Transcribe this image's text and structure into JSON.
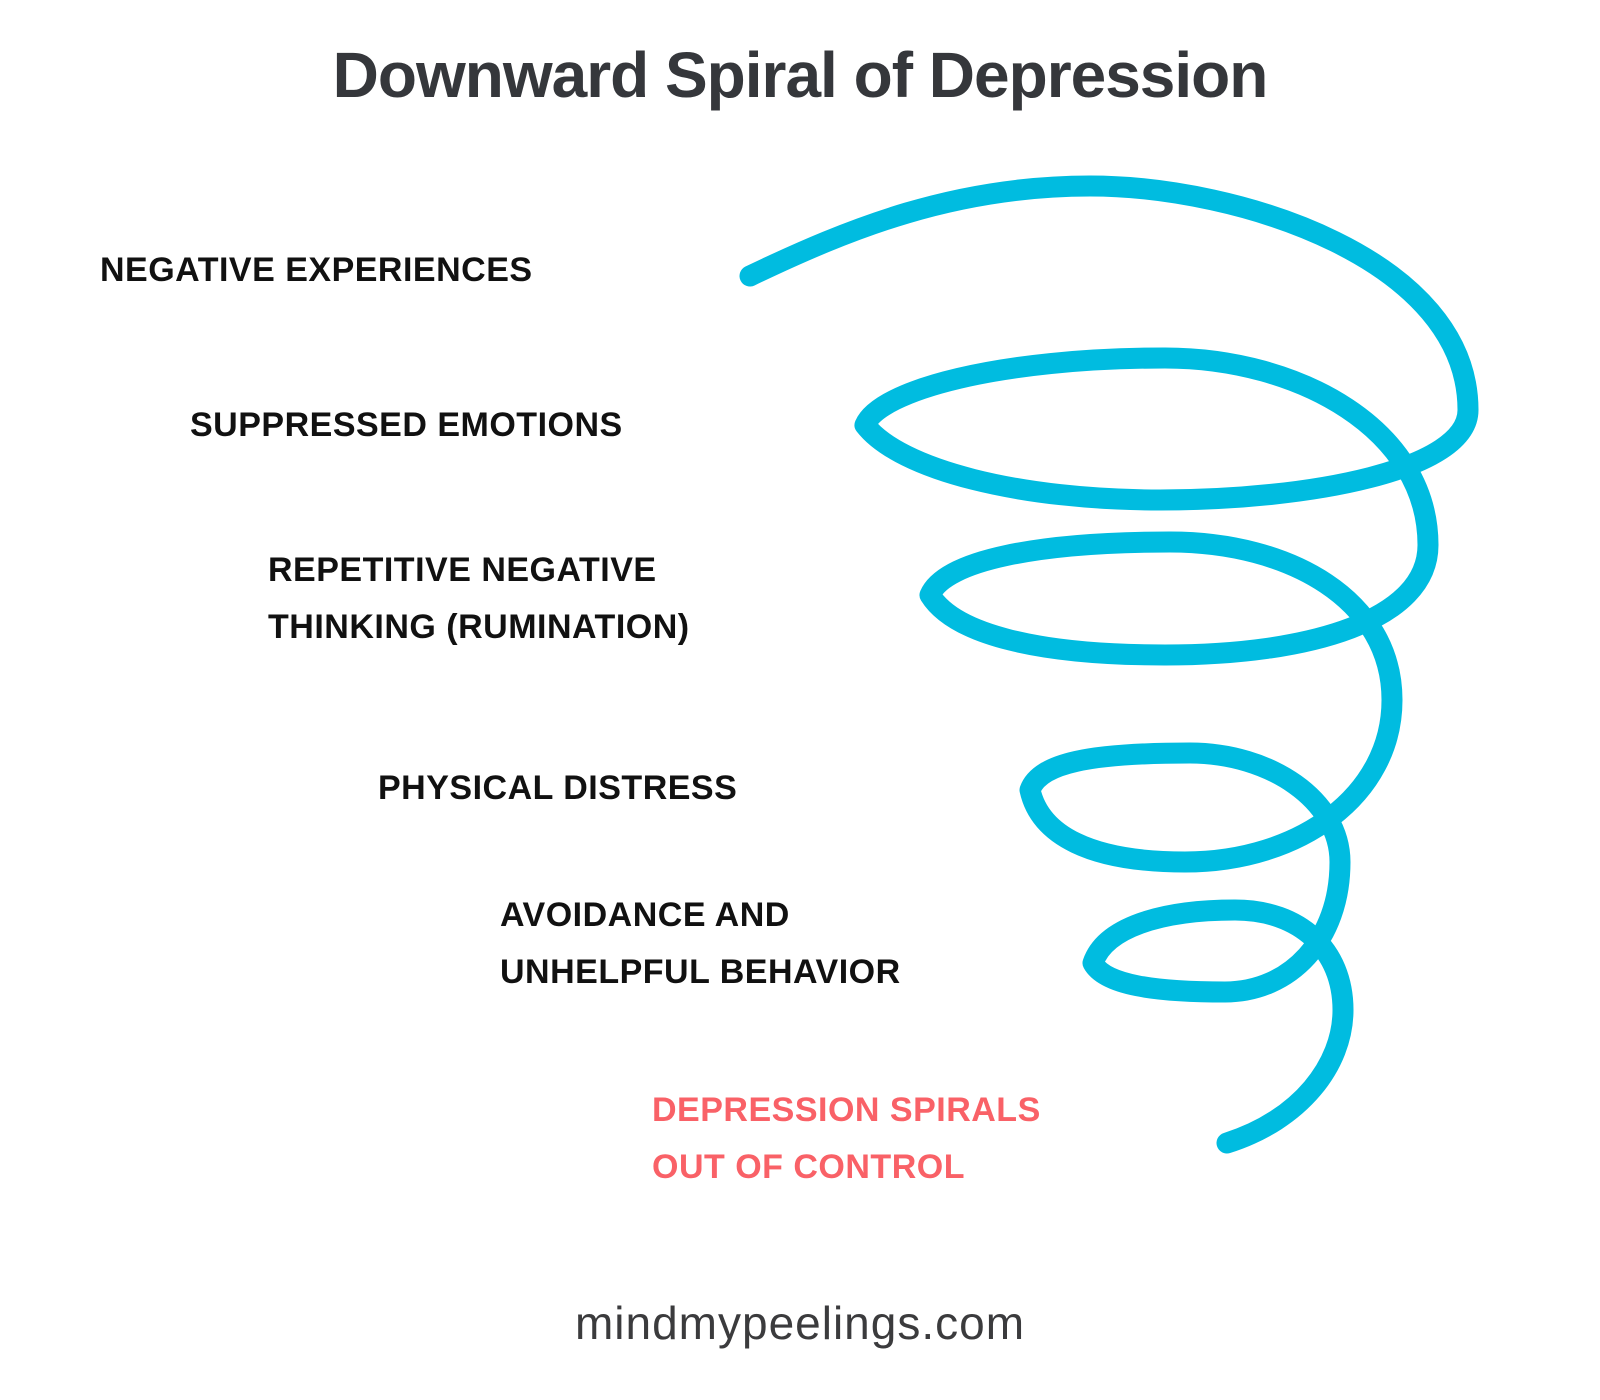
{
  "title": "Downward Spiral of Depression",
  "stages": [
    {
      "lines": [
        "NEGATIVE EXPERIENCES"
      ]
    },
    {
      "lines": [
        "SUPPRESSED EMOTIONS"
      ]
    },
    {
      "lines": [
        "REPETITIVE NEGATIVE",
        "THINKING (RUMINATION)"
      ]
    },
    {
      "lines": [
        "PHYSICAL DISTRESS"
      ]
    },
    {
      "lines": [
        "AVOIDANCE AND",
        "UNHELPFUL BEHAVIOR"
      ]
    },
    {
      "lines": [
        "DEPRESSION SPIRALS",
        "OUT OF CONTROL"
      ]
    }
  ],
  "footer": {
    "website": "mindmypeelings.com"
  },
  "colors": {
    "spiral": "#00BCE0",
    "alert": "#F96167",
    "title": "#35373B",
    "label": "#111111",
    "footer": "#3B3B3D",
    "background": "#FFFFFF"
  }
}
